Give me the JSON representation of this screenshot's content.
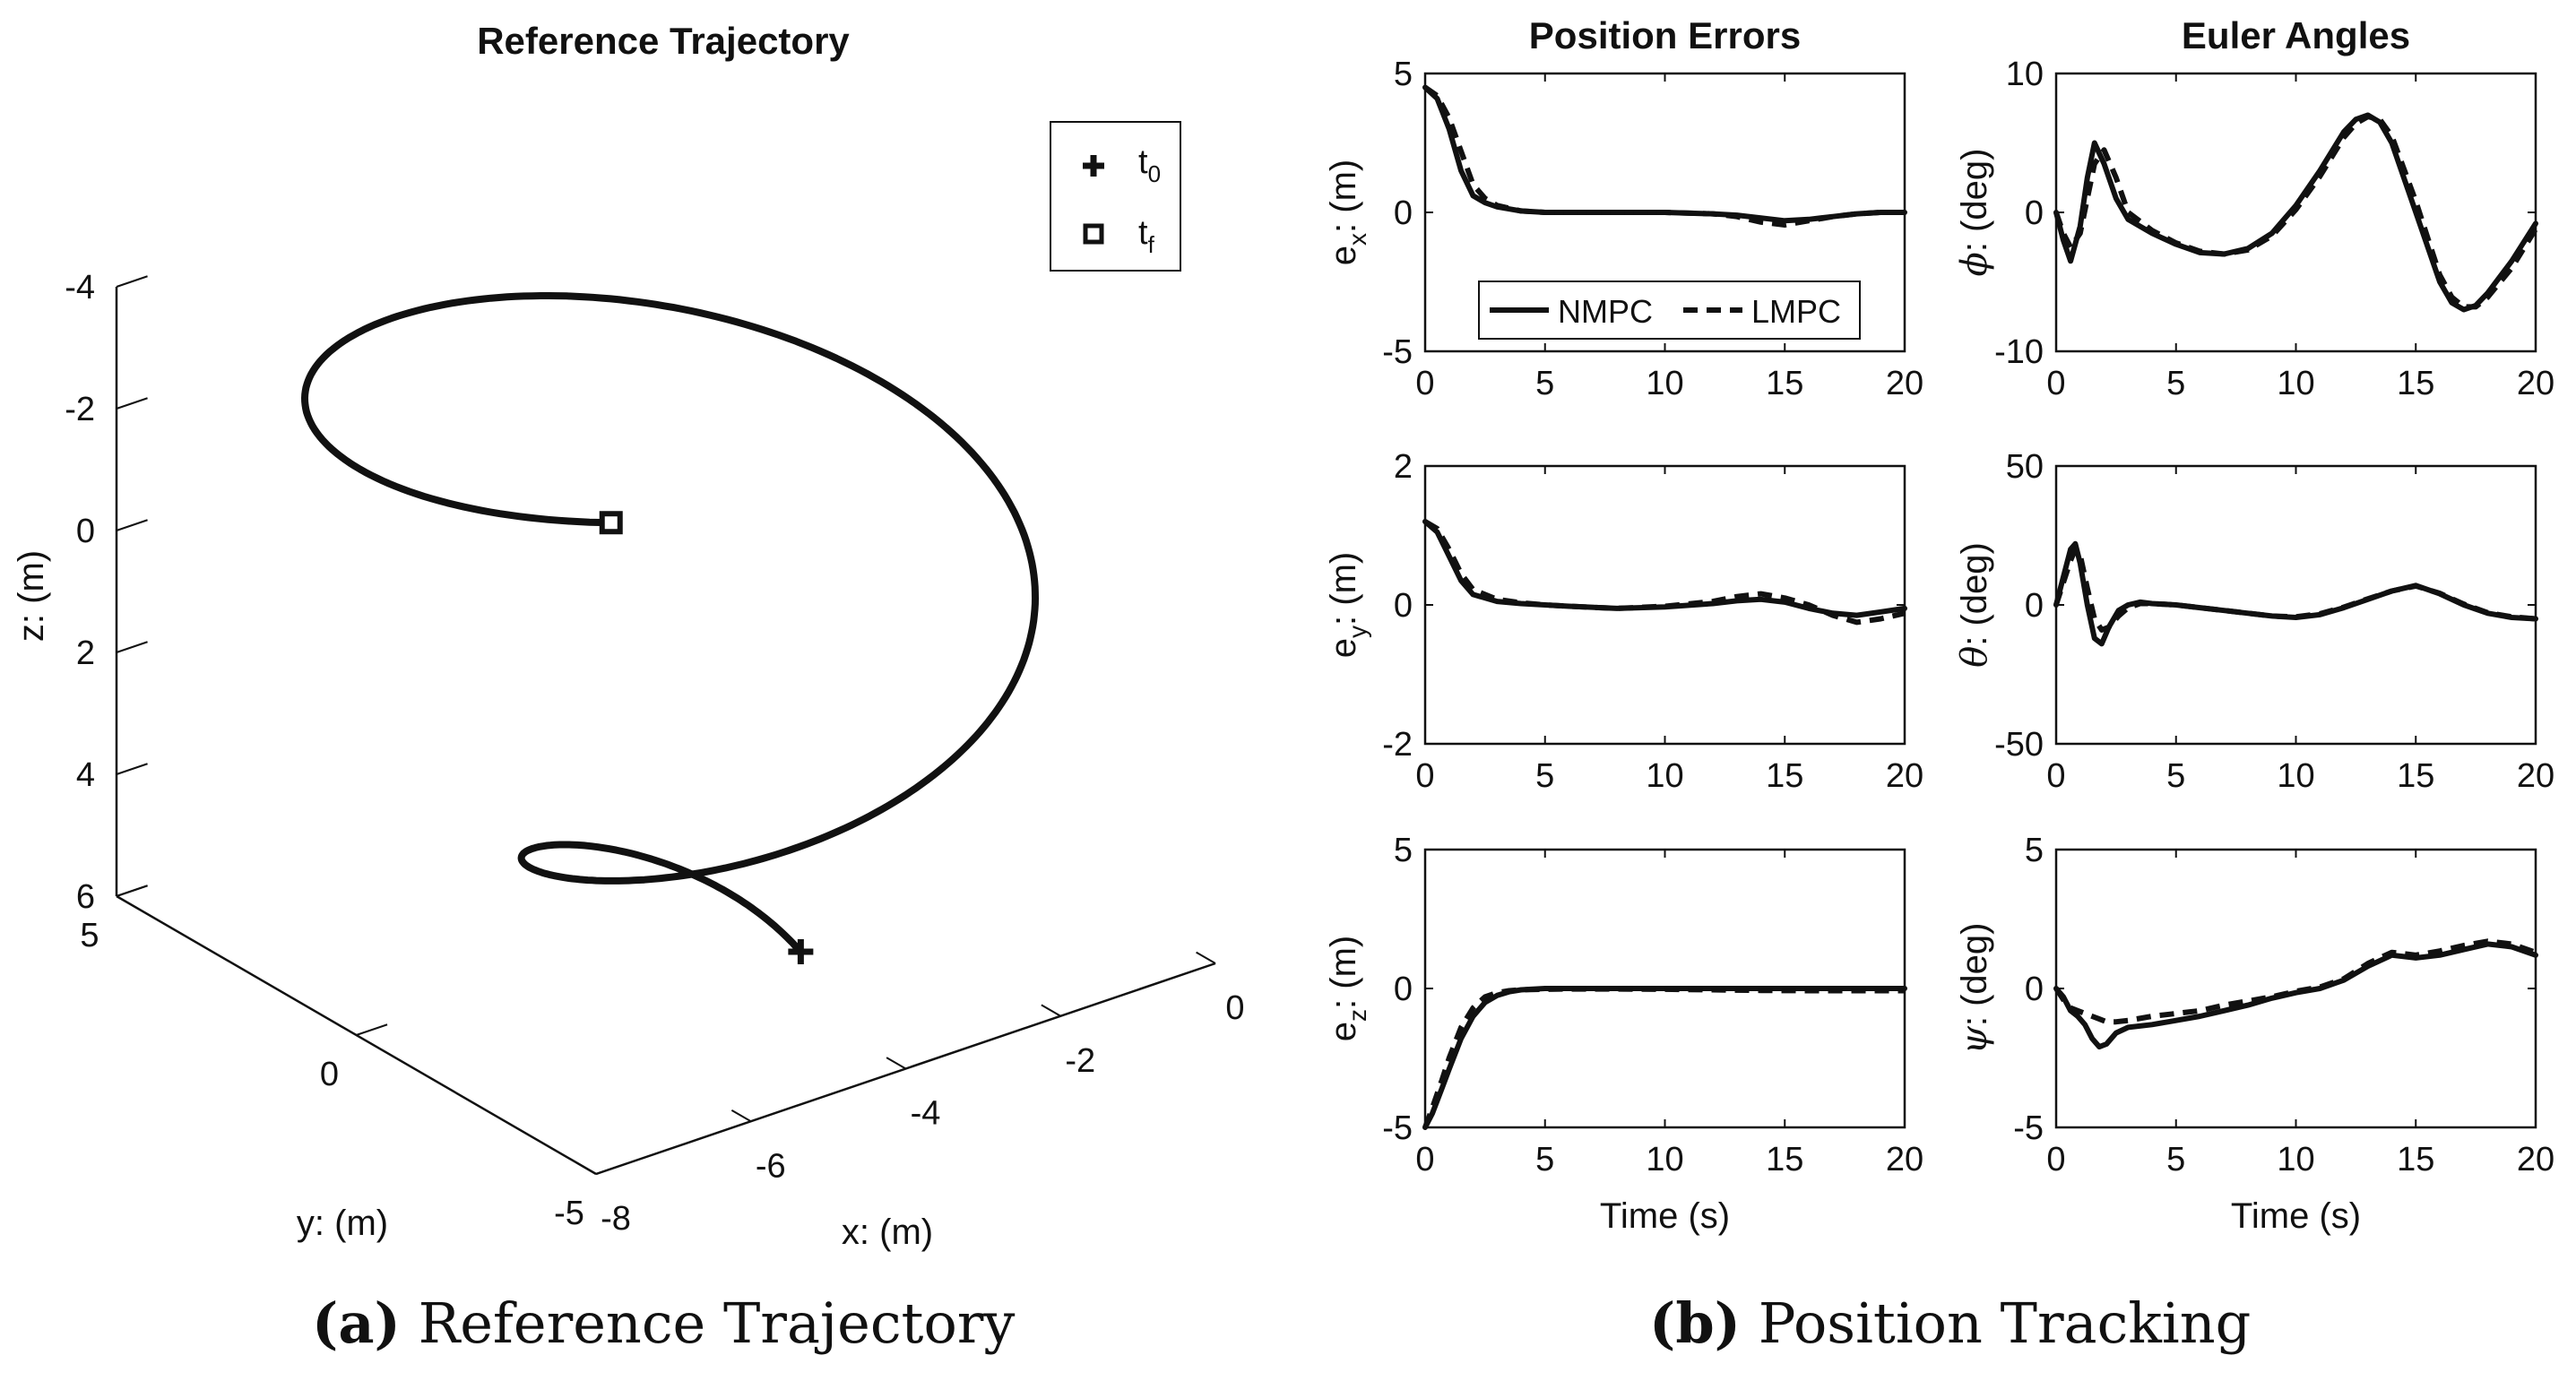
{
  "captions": {
    "a_label": "(a)",
    "a_text": "Reference Trajectory",
    "b_label": "(b)",
    "b_text": "Position Tracking"
  },
  "chart_data": [
    {
      "id": "traj3d",
      "type": "line",
      "title": "Reference Trajectory",
      "xlabel": "x: (m)",
      "ylabel": "y: (m)",
      "zlabel": "z: (m)",
      "xticks": [
        "-8",
        "-6",
        "-4",
        "-2",
        "0"
      ],
      "yticks": [
        "-5",
        "0",
        "5"
      ],
      "zticks": [
        "-4",
        "-2",
        "0",
        "2",
        "4",
        "6"
      ],
      "zlim": [
        -4,
        6
      ],
      "legend": {
        "position": "top-right",
        "entries": [
          {
            "marker": "plus",
            "label": "t",
            "sub": "0"
          },
          {
            "marker": "square",
            "label": "t",
            "sub": "f"
          }
        ]
      },
      "trajectory": {
        "description_free": true,
        "params": {
          "cx": -4.0,
          "cy": 0.0,
          "r_start": 1.2,
          "r_end": 4.0,
          "turns": 1.55,
          "z_start": 6.0,
          "z_end": -2.6
        }
      }
    },
    {
      "id": "ex",
      "type": "line",
      "title": "Position Errors",
      "ylabel": "e",
      "ylabel_sub": "x",
      "ylabel_suffix": ": (m)",
      "xlim": [
        0,
        20
      ],
      "ylim": [
        -5,
        5
      ],
      "xticks": [
        "0",
        "5",
        "10",
        "15",
        "20"
      ],
      "yticks": [
        "-5",
        "0",
        "5"
      ],
      "legend": {
        "position": "bottom",
        "entries": [
          "NMPC",
          "LMPC"
        ]
      },
      "series": [
        {
          "name": "NMPC",
          "x": [
            0,
            0.5,
            1,
            1.5,
            2,
            2.5,
            3,
            4,
            5,
            6,
            8,
            10,
            12,
            13,
            14,
            15,
            16,
            17,
            18,
            19,
            20
          ],
          "y": [
            4.5,
            4.1,
            3.0,
            1.5,
            0.6,
            0.35,
            0.2,
            0.05,
            0.0,
            0.0,
            0.0,
            0.0,
            -0.05,
            -0.1,
            -0.2,
            -0.3,
            -0.25,
            -0.15,
            -0.05,
            0.0,
            0.0
          ]
        },
        {
          "name": "LMPC",
          "x": [
            0,
            0.5,
            1,
            1.5,
            2,
            2.5,
            3,
            4,
            5,
            6,
            8,
            10,
            12,
            13,
            14,
            15,
            16,
            17,
            18,
            19,
            20
          ],
          "y": [
            4.5,
            4.2,
            3.4,
            2.2,
            1.0,
            0.5,
            0.25,
            0.05,
            0.0,
            0.0,
            0.0,
            0.0,
            -0.05,
            -0.15,
            -0.35,
            -0.45,
            -0.3,
            -0.15,
            -0.05,
            0.0,
            0.0
          ]
        }
      ]
    },
    {
      "id": "ey",
      "type": "line",
      "ylabel": "e",
      "ylabel_sub": "y",
      "ylabel_suffix": ": (m)",
      "xlim": [
        0,
        20
      ],
      "ylim": [
        -2,
        2
      ],
      "xticks": [
        "0",
        "5",
        "10",
        "15",
        "20"
      ],
      "yticks": [
        "-2",
        "0",
        "2"
      ],
      "series": [
        {
          "name": "NMPC",
          "x": [
            0,
            0.5,
            1,
            1.5,
            2,
            3,
            4,
            5,
            6,
            8,
            10,
            12,
            13,
            14,
            15,
            16,
            17,
            18,
            19,
            20
          ],
          "y": [
            1.2,
            1.05,
            0.7,
            0.35,
            0.15,
            0.05,
            0.02,
            0.0,
            -0.02,
            -0.05,
            -0.03,
            0.02,
            0.06,
            0.08,
            0.04,
            -0.05,
            -0.12,
            -0.15,
            -0.1,
            -0.05
          ]
        },
        {
          "name": "LMPC",
          "x": [
            0,
            0.5,
            1,
            1.5,
            2,
            3,
            4,
            5,
            6,
            8,
            10,
            12,
            13,
            14,
            15,
            16,
            17,
            18,
            19,
            20
          ],
          "y": [
            1.2,
            1.1,
            0.8,
            0.45,
            0.22,
            0.08,
            0.03,
            0.0,
            -0.02,
            -0.05,
            -0.02,
            0.05,
            0.12,
            0.16,
            0.1,
            0.0,
            -0.15,
            -0.25,
            -0.2,
            -0.12
          ]
        }
      ]
    },
    {
      "id": "ez",
      "type": "line",
      "ylabel": "e",
      "ylabel_sub": "z",
      "ylabel_suffix": ": (m)",
      "xlabel": "Time (s)",
      "xlim": [
        0,
        20
      ],
      "ylim": [
        -5,
        5
      ],
      "xticks": [
        "0",
        "5",
        "10",
        "15",
        "20"
      ],
      "yticks": [
        "-5",
        "0",
        "5"
      ],
      "series": [
        {
          "name": "NMPC",
          "x": [
            0,
            0.3,
            0.7,
            1,
            1.5,
            2,
            2.5,
            3,
            3.5,
            4,
            5,
            6,
            8,
            10,
            12,
            14,
            16,
            18,
            20
          ],
          "y": [
            -5.0,
            -4.5,
            -3.6,
            -2.9,
            -1.8,
            -1.0,
            -0.5,
            -0.25,
            -0.12,
            -0.05,
            0.0,
            0.0,
            0.0,
            0.0,
            0.0,
            0.0,
            0.0,
            0.0,
            0.0
          ]
        },
        {
          "name": "LMPC",
          "x": [
            0,
            0.3,
            0.7,
            1,
            1.5,
            2,
            2.5,
            3,
            3.5,
            4,
            5,
            6,
            8,
            10,
            12,
            14,
            16,
            18,
            20
          ],
          "y": [
            -5.0,
            -4.3,
            -3.3,
            -2.5,
            -1.4,
            -0.7,
            -0.3,
            -0.15,
            -0.08,
            -0.05,
            -0.03,
            -0.02,
            -0.02,
            -0.03,
            -0.05,
            -0.07,
            -0.08,
            -0.08,
            -0.08
          ]
        }
      ]
    },
    {
      "id": "phi",
      "type": "line",
      "title": "Euler Angles",
      "ylabel": "ϕ",
      "ylabel_suffix": ": (deg)",
      "xlim": [
        0,
        20
      ],
      "ylim": [
        -10,
        10
      ],
      "xticks": [
        "0",
        "5",
        "10",
        "15",
        "20"
      ],
      "yticks": [
        "-10",
        "0",
        "10"
      ],
      "series": [
        {
          "name": "NMPC",
          "x": [
            0,
            0.3,
            0.6,
            1,
            1.3,
            1.6,
            2,
            2.5,
            3,
            4,
            5,
            6,
            7,
            8,
            9,
            10,
            11,
            12,
            12.5,
            13,
            13.5,
            14,
            15,
            16,
            16.5,
            17,
            17.5,
            18,
            19,
            20
          ],
          "y": [
            0,
            -2.0,
            -3.5,
            -1.0,
            2.5,
            5.0,
            3.5,
            1.0,
            -0.5,
            -1.5,
            -2.3,
            -2.9,
            -3.0,
            -2.6,
            -1.5,
            0.5,
            3.0,
            5.8,
            6.7,
            7.0,
            6.5,
            5.0,
            0.0,
            -5.0,
            -6.5,
            -7.0,
            -6.7,
            -5.8,
            -3.5,
            -0.8
          ]
        },
        {
          "name": "LMPC",
          "x": [
            0,
            0.3,
            0.6,
            1,
            1.3,
            1.6,
            2,
            2.5,
            3,
            4,
            5,
            6,
            7,
            8,
            9,
            10,
            11,
            12,
            12.5,
            13,
            13.5,
            14,
            15,
            16,
            16.5,
            17,
            17.5,
            18,
            19,
            20
          ],
          "y": [
            0,
            -1.5,
            -2.5,
            -1.5,
            1.0,
            3.5,
            4.5,
            2.5,
            0.0,
            -1.3,
            -2.2,
            -2.8,
            -3.0,
            -2.7,
            -1.7,
            0.2,
            2.6,
            5.4,
            6.4,
            6.9,
            6.7,
            5.5,
            0.8,
            -4.5,
            -6.1,
            -6.8,
            -6.8,
            -6.1,
            -4.0,
            -1.2
          ]
        }
      ]
    },
    {
      "id": "theta",
      "type": "line",
      "ylabel": "θ",
      "ylabel_suffix": ": (deg)",
      "xlim": [
        0,
        20
      ],
      "ylim": [
        -50,
        50
      ],
      "xticks": [
        "0",
        "5",
        "10",
        "15",
        "20"
      ],
      "yticks": [
        "-50",
        "0",
        "50"
      ],
      "series": [
        {
          "name": "NMPC",
          "x": [
            0,
            0.3,
            0.6,
            0.8,
            1,
            1.3,
            1.6,
            1.9,
            2.2,
            2.6,
            3,
            3.5,
            4,
            5,
            6,
            7,
            8,
            9,
            10,
            11,
            12,
            13,
            14,
            15,
            16,
            17,
            18,
            19,
            20
          ],
          "y": [
            0,
            10,
            20,
            22,
            15,
            0,
            -12,
            -14,
            -8,
            -2,
            0,
            1,
            0.5,
            0,
            -1,
            -2,
            -3,
            -4,
            -4.5,
            -3.5,
            -1,
            2,
            5,
            7,
            4,
            0,
            -3,
            -4.5,
            -5
          ]
        },
        {
          "name": "LMPC",
          "x": [
            0,
            0.3,
            0.6,
            0.8,
            1,
            1.3,
            1.6,
            1.9,
            2.2,
            2.6,
            3,
            3.5,
            4,
            5,
            6,
            7,
            8,
            9,
            10,
            11,
            12,
            13,
            14,
            15,
            16,
            17,
            18,
            19,
            20
          ],
          "y": [
            0,
            8,
            16,
            20,
            18,
            6,
            -5,
            -9,
            -8,
            -4,
            -1,
            0.5,
            0.5,
            0,
            -1,
            -2,
            -3,
            -4,
            -4.3,
            -3.2,
            -0.8,
            2.2,
            5,
            6.8,
            4.2,
            0.3,
            -2.8,
            -4.3,
            -5
          ]
        }
      ]
    },
    {
      "id": "psi",
      "type": "line",
      "ylabel": "ψ",
      "ylabel_suffix": ": (deg)",
      "xlabel": "Time (s)",
      "xlim": [
        0,
        20
      ],
      "ylim": [
        -5,
        5
      ],
      "xticks": [
        "0",
        "5",
        "10",
        "15",
        "20"
      ],
      "yticks": [
        "-5",
        "0",
        "5"
      ],
      "series": [
        {
          "name": "NMPC",
          "x": [
            0,
            0.3,
            0.6,
            0.9,
            1.2,
            1.5,
            1.8,
            2.1,
            2.5,
            3,
            4,
            5,
            6,
            7,
            8,
            9,
            10,
            11,
            12,
            13,
            14,
            15,
            16,
            17,
            18,
            19,
            20
          ],
          "y": [
            0,
            -0.3,
            -0.8,
            -1.0,
            -1.3,
            -1.8,
            -2.1,
            -2.0,
            -1.6,
            -1.4,
            -1.3,
            -1.15,
            -1.0,
            -0.8,
            -0.6,
            -0.35,
            -0.15,
            0.0,
            0.3,
            0.8,
            1.2,
            1.1,
            1.2,
            1.4,
            1.6,
            1.5,
            1.2
          ]
        },
        {
          "name": "LMPC",
          "x": [
            0,
            0.3,
            0.6,
            0.9,
            1.2,
            1.5,
            1.8,
            2.1,
            2.5,
            3,
            4,
            5,
            6,
            7,
            8,
            9,
            10,
            11,
            12,
            13,
            14,
            15,
            16,
            17,
            18,
            19,
            20
          ],
          "y": [
            0,
            -0.4,
            -0.7,
            -0.8,
            -0.9,
            -1.0,
            -1.1,
            -1.2,
            -1.2,
            -1.15,
            -1.0,
            -0.9,
            -0.8,
            -0.6,
            -0.45,
            -0.3,
            -0.1,
            0.05,
            0.35,
            0.9,
            1.3,
            1.2,
            1.35,
            1.55,
            1.7,
            1.6,
            1.3
          ]
        }
      ]
    }
  ]
}
